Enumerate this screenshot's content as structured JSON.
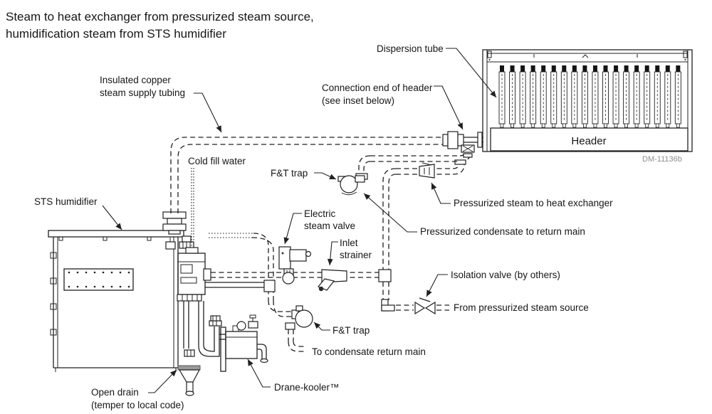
{
  "title": {
    "line1": "Steam to heat exchanger from pressurized steam source,",
    "line2": "humidification steam from STS humidifier"
  },
  "labels": {
    "dispersion_tube": "Dispersion tube",
    "connection_header_1": "Connection end of header",
    "connection_header_2": "(see inset below)",
    "insulated_1": "Insulated copper",
    "insulated_2": "steam supply tubing",
    "cold_fill_water": "Cold fill water",
    "ft_trap_upper": "F&T trap",
    "sts_humidifier": "STS humidifier",
    "electric_valve_1": "Electric",
    "electric_valve_2": "steam valve",
    "inlet_strainer_1": "Inlet",
    "inlet_strainer_2": "strainer",
    "pressurized_steam": "Pressurized steam to heat exchanger",
    "pressurized_condensate": "Pressurized condensate to return main",
    "isolation_valve": "Isolation valve (by others)",
    "from_source": "From pressurized steam source",
    "ft_trap_lower": "F&T trap",
    "to_condensate": "To condensate return main",
    "drane_kooler": "Drane-kooler™",
    "open_drain_1": "Open drain",
    "open_drain_2": "(temper to local code)",
    "header": "Header",
    "drawing_number": "DM-11136b"
  },
  "colors": {
    "line": "#202020",
    "muted_text": "#8e8e8e",
    "funnel_rim": "#9a9a9a",
    "background": "#ffffff"
  }
}
